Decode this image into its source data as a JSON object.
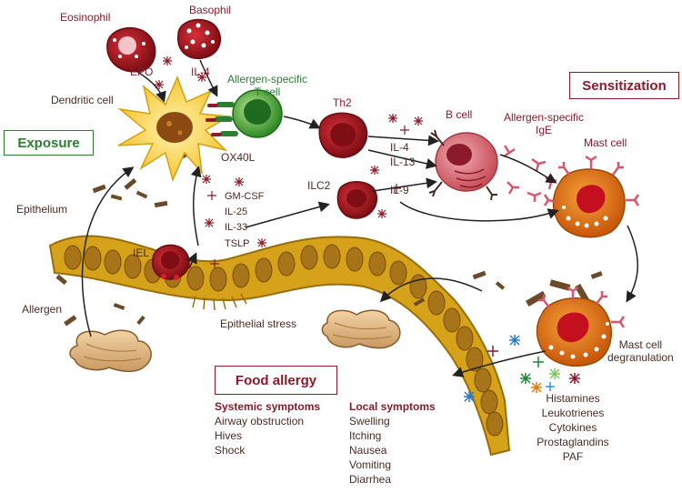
{
  "labels": {
    "eosinophil": "Eosinophil",
    "basophil": "Basophil",
    "epo": "EPO",
    "il4_basophil": "IL-4",
    "allergen_t_cell": "Allergen-specific\nT cell",
    "dendritic_cell": "Dendritic cell",
    "ox40l": "OX40L",
    "th2": "Th2",
    "b_cell": "B cell",
    "allergen_ige": "Allergen-specific\nIgE",
    "mast_cell": "Mast cell",
    "il4_th2": "IL-4",
    "il13": "IL-13",
    "ilc2": "ILC2",
    "il9": "IL-9",
    "gm_csf": "GM-CSF",
    "il25": "IL-25",
    "il33": "IL-33",
    "tslp": "TSLP",
    "epithelium": "Epithelium",
    "iel": "IEL",
    "allergen": "Allergen",
    "epithelial_stress": "Epithelial stress",
    "mast_cell_degranulation": "Mast cell\ndegranulation"
  },
  "boxes": {
    "exposure": "Exposure",
    "sensitization": "Sensitization",
    "food_allergy": "Food allergy"
  },
  "systemic": {
    "heading": "Systemic symptoms",
    "items": [
      "Airway obstruction",
      "Hives",
      "Shock"
    ]
  },
  "local": {
    "heading": "Local symptoms",
    "items": [
      "Swelling",
      "Itching",
      "Nausea",
      "Vomiting",
      "Diarrhea"
    ]
  },
  "mediators": [
    "Histamines",
    "Leukotrienes",
    "Cytokines",
    "Prostaglandins",
    "PAF"
  ],
  "colors": {
    "label_red": "#8b1a2a",
    "label_green": "#2e7d32",
    "epithelium": "#d4a017",
    "cell_red": "#a01620",
    "mast_orange": "#d86a10",
    "b_cell_pink": "#d9777f",
    "t_cell_green": "#3fa535",
    "dendritic_yellow": "#f7d24a"
  }
}
